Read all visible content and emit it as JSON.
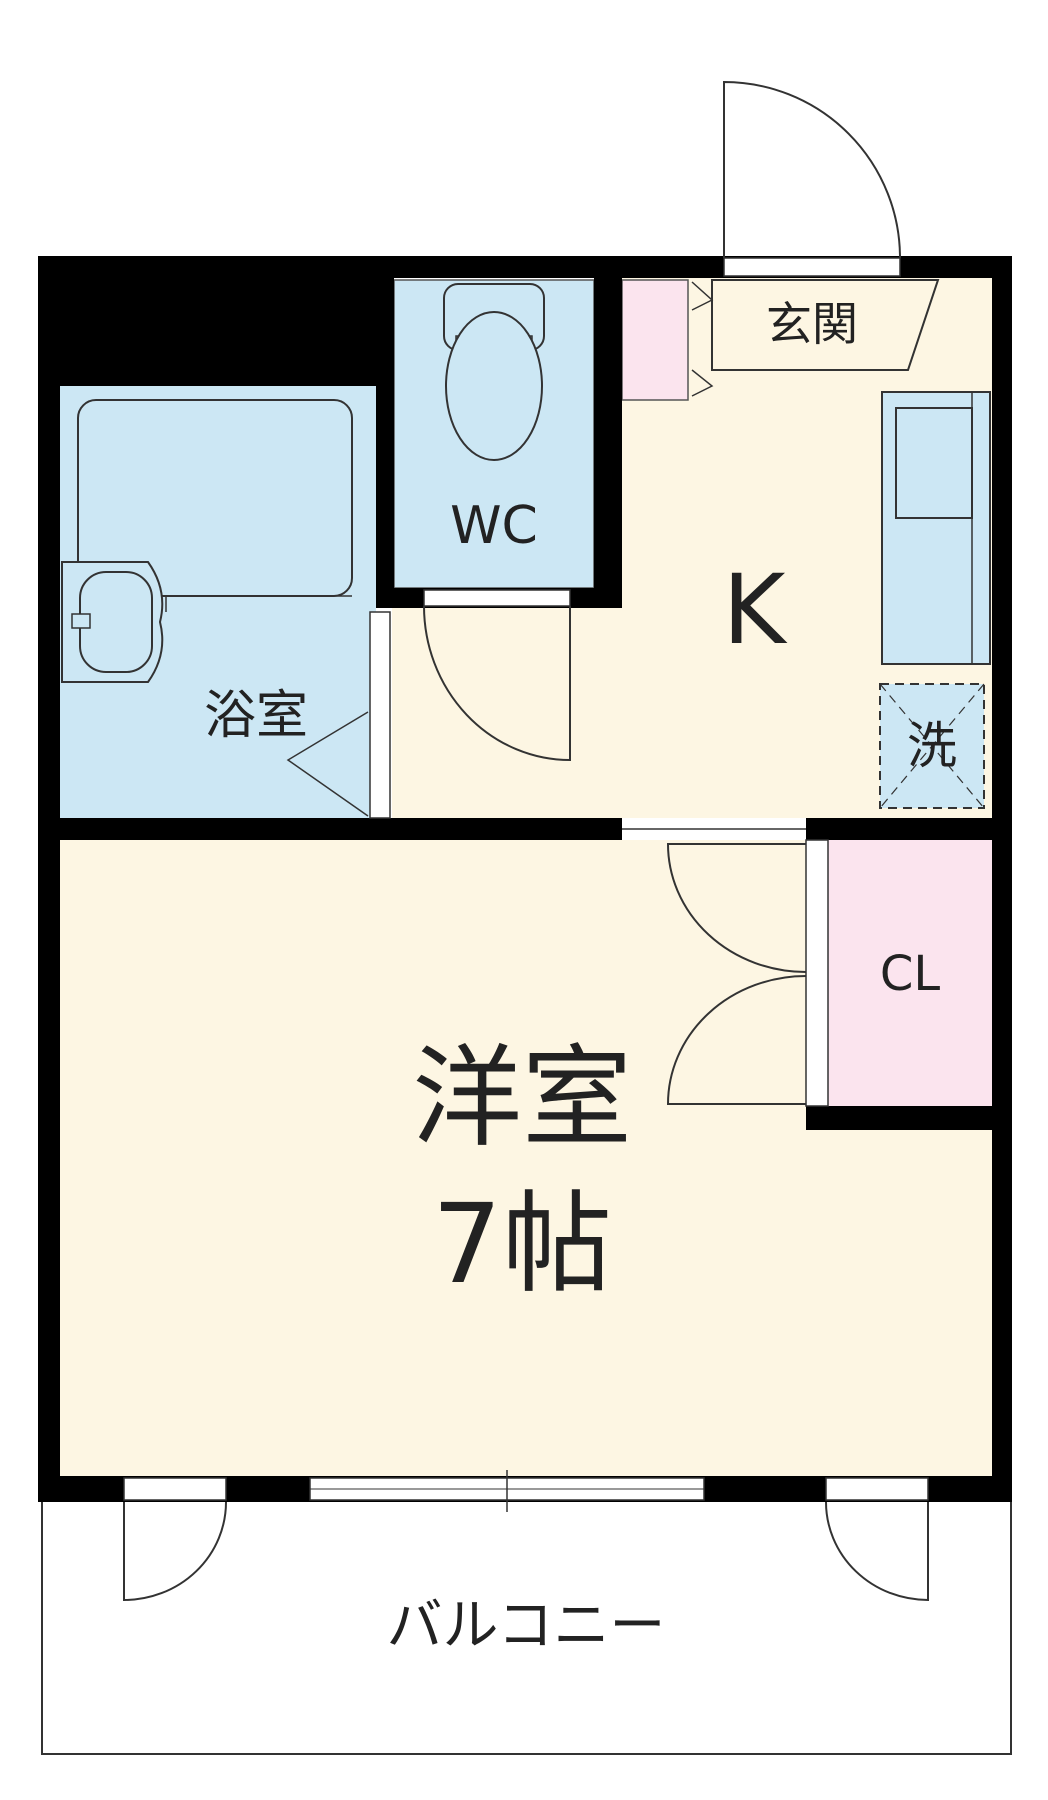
{
  "floorplan": {
    "rooms": {
      "entrance": "玄関",
      "wc": "WC",
      "kitchen": "K",
      "bath": "浴室",
      "washer": "洗",
      "closet": "CL",
      "western_room": "洋室",
      "western_room_size": "7帖",
      "balcony": "バルコニー"
    },
    "colors": {
      "wall": "#000000",
      "wet_area": "#cce7f4",
      "floor": "#fdf6e3",
      "storage": "#fbe4ee",
      "balcony": "#ffffff",
      "line": "#333333"
    }
  }
}
